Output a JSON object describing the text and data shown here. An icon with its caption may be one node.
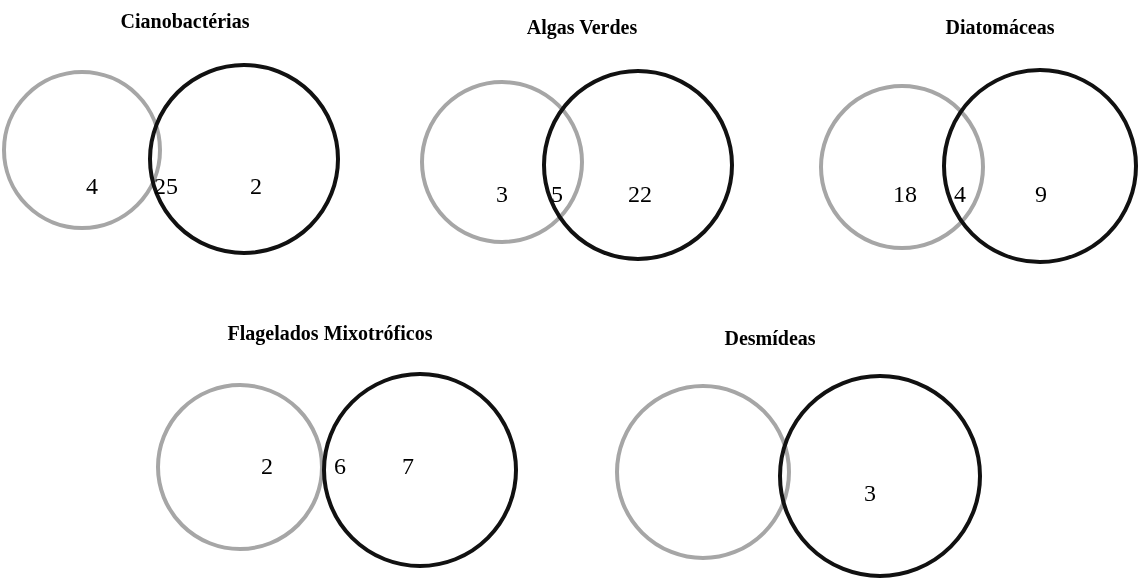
{
  "diagram": {
    "nodes": [
      {
        "text": [
          "4"
        ]
      },
      {
        "text": [
          "2"
        ]
      },
      {
        "text": [
          "3"
        ]
      },
      {
        "text": [
          "22"
        ]
      },
      {
        "text": [
          "18"
        ]
      },
      {
        "text": [
          "9"
        ]
      },
      {
        "text": [
          "2"
        ]
      },
      {
        "text": [
          "7"
        ]
      },
      {
        "text": [],
        "shape": "circle"
      },
      {
        "text": [
          "3"
        ]
      }
    ],
    "labels": [
      "Cianobactérias",
      "25",
      "Algas Verdes",
      "5",
      "Diatomáceas",
      "4",
      "Flagelados Mixotróficos",
      "6",
      "Desmídeas"
    ]
  }
}
